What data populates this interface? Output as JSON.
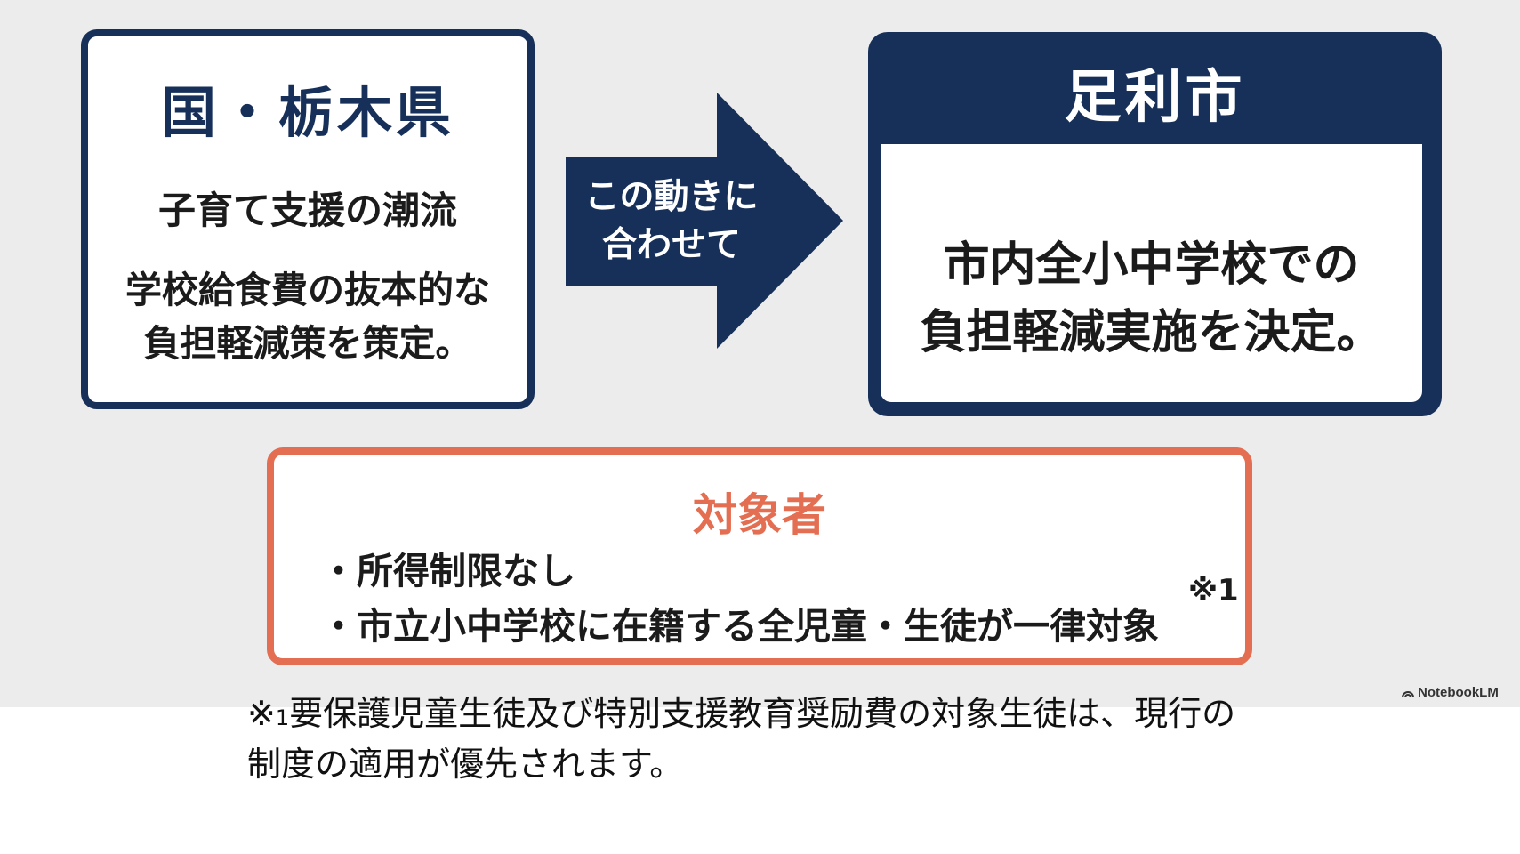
{
  "left_box": {
    "title": "国・栃木県",
    "subtitle": "子育て支援の潮流",
    "body_line1": "学校給食費の抜本的な",
    "body_line2": "負担軽減策を策定。",
    "border_color": "#17305a"
  },
  "arrow": {
    "line1": "この動きに",
    "line2": "合わせて",
    "color": "#17305a"
  },
  "right_box": {
    "title": "足利市",
    "body_line1": "市内全小中学校での",
    "body_line2": "負担軽減実施を決定。",
    "header_color": "#17305a"
  },
  "target_box": {
    "title": "対象者",
    "bullet1": "・所得制限なし",
    "bullet2": "・市立小中学校に在籍する全児童・生徒が一律対象",
    "note_mark": "※1",
    "accent_color": "#e46e52"
  },
  "branding": {
    "label": "NotebookLM",
    "icon": "notebooklm-logo-icon"
  },
  "footnote": {
    "mark": "※",
    "mark_number": "1",
    "line1": "要保護児童生徒及び特別支援教育奨励費の対象生徒は、現行の",
    "line2": "制度の適用が優先されます。"
  }
}
